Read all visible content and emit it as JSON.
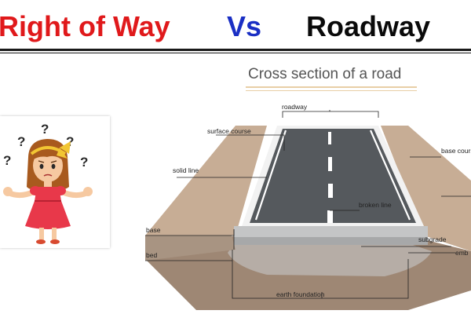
{
  "header": {
    "title_left": "Right of Way",
    "title_mid": "Vs",
    "title_right": "Roadway",
    "colors": {
      "left": "#e0191b",
      "mid": "#1a2fc4",
      "right": "#0a0a0a"
    }
  },
  "illustration": {
    "subject": "confused girl with question marks",
    "icon": "question-mark-icon",
    "marks": [
      "?",
      "?",
      "?",
      "?",
      "?"
    ]
  },
  "diagram": {
    "title": "Cross section of a road",
    "labels": {
      "roadway": "roadway",
      "surface_course": "surface course",
      "base_course": "base cours",
      "solid_line": "solid line",
      "broken_line": "broken line",
      "base": "base",
      "subgrade": "subgrade",
      "bed": "bed",
      "embankment": "emb",
      "earth_foundation": "earth foundation"
    },
    "colors": {
      "asphalt": "#55595d",
      "shoulder": "#c7ad95",
      "base_layer": "#c4c5c6",
      "embankment": "#9e8774",
      "earth": "#b6ada6"
    }
  }
}
